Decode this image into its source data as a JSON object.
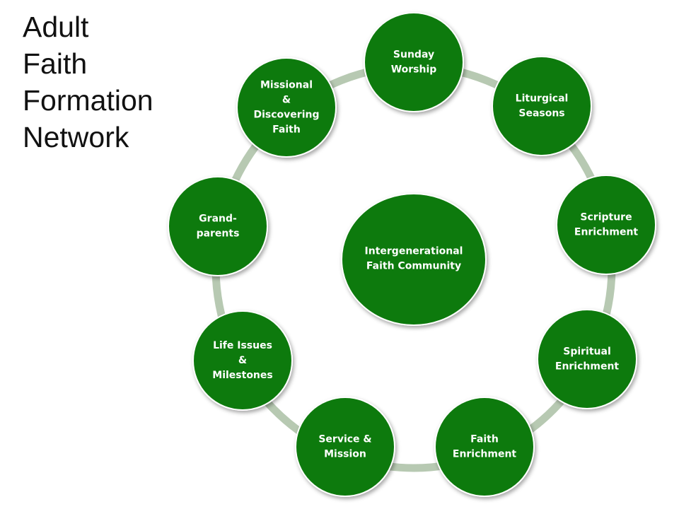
{
  "title_lines": [
    "Adult",
    "Faith",
    "Formation",
    "Network"
  ],
  "colors": {
    "node_fill": "#0b7a0b",
    "node_stroke": "#ffffff",
    "ring": "#b7c9b2",
    "label": "#ffffff",
    "title": "#111111"
  },
  "center": {
    "lines": [
      "Intergenerational",
      "Faith Community"
    ]
  },
  "nodes": [
    {
      "id": "sunday-worship",
      "lines": [
        "Sunday",
        "Worship"
      ]
    },
    {
      "id": "liturgical-seasons",
      "lines": [
        "Liturgical",
        "Seasons"
      ]
    },
    {
      "id": "scripture-enrichment",
      "lines": [
        "Scripture",
        "Enrichment"
      ]
    },
    {
      "id": "spiritual-enrichment",
      "lines": [
        "Spiritual",
        "Enrichment"
      ]
    },
    {
      "id": "faith-enrichment",
      "lines": [
        "Faith",
        "Enrichment"
      ]
    },
    {
      "id": "service-mission",
      "lines": [
        "Service &",
        "Mission"
      ]
    },
    {
      "id": "life-issues-milestones",
      "lines": [
        "Life Issues",
        "&",
        "Milestones"
      ]
    },
    {
      "id": "grand-parents",
      "lines": [
        "Grand-",
        "parents"
      ]
    },
    {
      "id": "missional-discovering-faith",
      "lines": [
        "Missional",
        "&",
        "Discovering",
        "Faith"
      ]
    }
  ]
}
